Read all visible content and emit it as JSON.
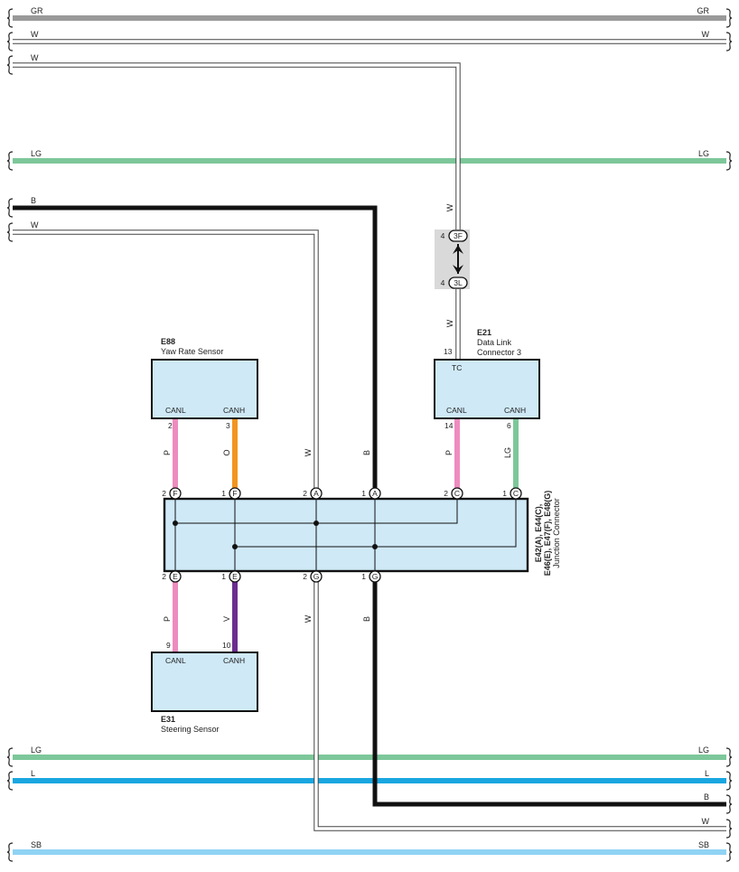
{
  "colors": {
    "GR": "#999999",
    "W": "#ffffff",
    "LG": "#7dc79a",
    "B": "#111111",
    "L": "#1aa6e0",
    "SB": "#8fd3f4",
    "P": "#ee8cbf",
    "O": "#f2951f",
    "V": "#6b2d8f",
    "component_fill": "#cfe9f7",
    "splice_fill": "#d9d9d9"
  },
  "bus_wires": [
    {
      "code": "GR",
      "left_label": "GR",
      "right_label": "GR"
    },
    {
      "code": "W",
      "left_label": "W",
      "right_label": "W"
    },
    {
      "code": "W",
      "left_label": "W",
      "right_label": ""
    },
    {
      "code": "LG",
      "left_label": "LG",
      "right_label": "LG"
    },
    {
      "code": "B",
      "left_label": "B",
      "right_label": ""
    },
    {
      "code": "W",
      "left_label": "W",
      "right_label": ""
    },
    {
      "code": "LG",
      "left_label": "LG",
      "right_label": "LG"
    },
    {
      "code": "L",
      "left_label": "L",
      "right_label": "L"
    },
    {
      "code": "B",
      "left_label": "",
      "right_label": "B"
    },
    {
      "code": "W",
      "left_label": "",
      "right_label": "W"
    },
    {
      "code": "SB",
      "left_label": "SB",
      "right_label": "SB"
    }
  ],
  "splice": {
    "top": {
      "pin": "4",
      "id": "3F"
    },
    "bottom": {
      "pin": "4",
      "id": "3L"
    }
  },
  "components": {
    "yaw": {
      "id": "E88",
      "name": "Yaw Rate Sensor",
      "canl": "CANL",
      "canh": "CANH",
      "pin_canl": "2",
      "pin_canh": "3"
    },
    "dlc": {
      "id": "E21",
      "name_line1": "Data Link",
      "name_line2": "Connector 3",
      "tc": "TC",
      "canl": "CANL",
      "canh": "CANH",
      "pin_tc": "13",
      "pin_canl": "14",
      "pin_canh": "6"
    },
    "steer": {
      "id": "E31",
      "name": "Steering Sensor",
      "canl": "CANL",
      "canh": "CANH",
      "pin_canl": "9",
      "pin_canh": "10"
    }
  },
  "junction": {
    "line1": "E42(A), E44(C),",
    "line2": "E46(E), E47(F), E48(G)",
    "line3": "Junction Connector",
    "top_pins": [
      {
        "num": "2",
        "letter": "F"
      },
      {
        "num": "1",
        "letter": "F"
      },
      {
        "num": "2",
        "letter": "A"
      },
      {
        "num": "1",
        "letter": "A"
      },
      {
        "num": "2",
        "letter": "C"
      },
      {
        "num": "1",
        "letter": "C"
      }
    ],
    "bottom_pins": [
      {
        "num": "2",
        "letter": "E"
      },
      {
        "num": "1",
        "letter": "E"
      },
      {
        "num": "2",
        "letter": "G"
      },
      {
        "num": "1",
        "letter": "G"
      }
    ]
  },
  "wire_labels": {
    "dlc_tc_upper": "W",
    "dlc_tc_lower": "W",
    "yaw_canl": "P",
    "yaw_canh": "O",
    "jc_w_top": "W",
    "jc_b_top": "B",
    "dlc_canl": "P",
    "dlc_canh": "LG",
    "steer_canl": "P",
    "steer_canh": "V",
    "jc_w_bottom": "W",
    "jc_b_bottom": "B"
  }
}
